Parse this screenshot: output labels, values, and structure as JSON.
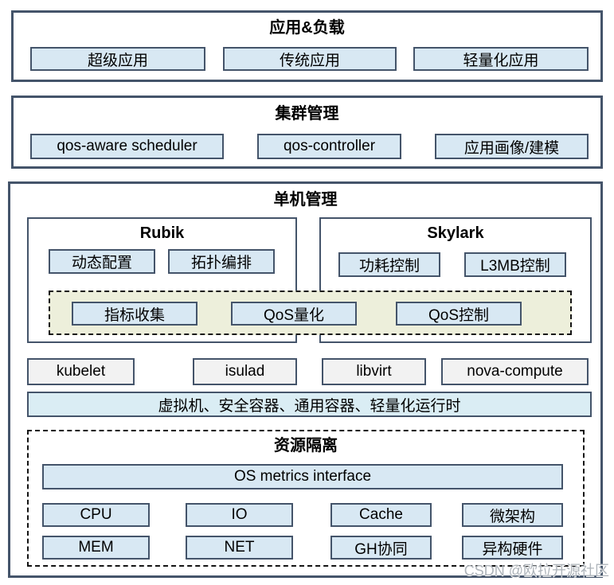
{
  "app_load": {
    "title": "应用&负载",
    "items": [
      "超级应用",
      "传统应用",
      "轻量化应用"
    ]
  },
  "cluster": {
    "title": "集群管理",
    "items": [
      "qos-aware scheduler",
      "qos-controller",
      "应用画像/建模"
    ]
  },
  "node": {
    "title": "单机管理",
    "rubik": {
      "title": "Rubik",
      "items": [
        "动态配置",
        "拓扑编排"
      ]
    },
    "skylark": {
      "title": "Skylark",
      "items": [
        "功耗控制",
        "L3MB控制"
      ]
    },
    "qos_band": {
      "items": [
        "指标收集",
        "QoS量化",
        "QoS控制"
      ]
    },
    "agents": [
      "kubelet",
      "isulad",
      "libvirt",
      "nova-compute"
    ],
    "runtime_bar": "虚拟机、安全容器、通用容器、轻量化运行时",
    "isolation": {
      "title": "资源隔离",
      "interface_bar": "OS metrics interface",
      "grid": [
        [
          "CPU",
          "IO",
          "Cache",
          "微架构"
        ],
        [
          "MEM",
          "NET",
          "GH协同",
          "异构硬件"
        ]
      ]
    }
  },
  "watermark": "CSDN @欧拉开源社区",
  "colors": {
    "border": "#44546a",
    "box_fill": "#d8e8f3",
    "band_fill": "#edefdb",
    "gray_fill": "#f2f2f2",
    "bar_fill": "#daedf4"
  }
}
